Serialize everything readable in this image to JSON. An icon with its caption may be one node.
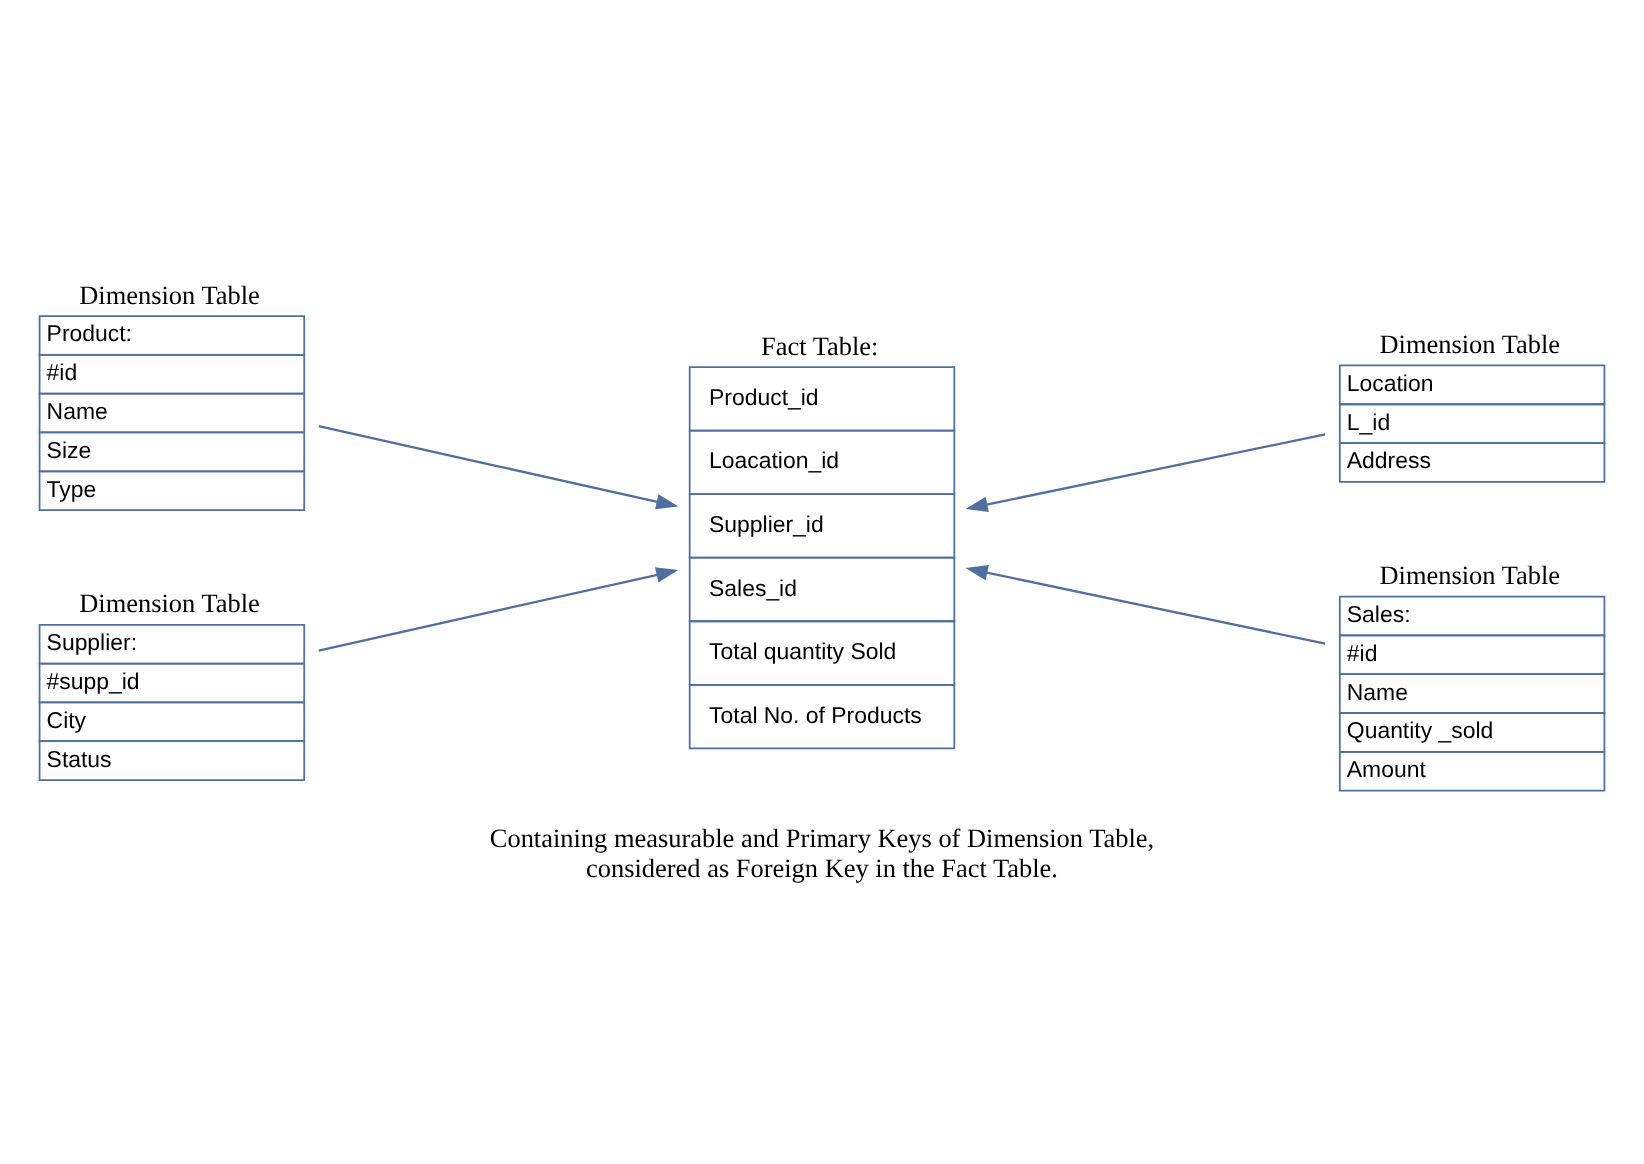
{
  "diagram": {
    "nodes": [
      {
        "text": [
          "Dimension Table",
          "Product:",
          "#id",
          "Name",
          "Size",
          "Type"
        ]
      },
      {
        "text": [
          "Fact Table:",
          "Product_id",
          "Loacation_id",
          "Supplier_id",
          "Sales_id",
          "Total quantity Sold",
          "Total No. of Products"
        ]
      },
      {
        "text": [
          "Dimension Table",
          "Location",
          "L_id",
          "Address"
        ]
      },
      {
        "text": [
          "Dimension Table",
          "Supplier:",
          "#supp_id",
          "City",
          "Status"
        ]
      },
      {
        "text": [
          "Dimension Table",
          "Sales:",
          "#id",
          "Name",
          "Quantity _sold",
          "Amount"
        ]
      }
    ],
    "edges": [
      {
        "from": 0,
        "to": 1,
        "arrow": "to"
      },
      {
        "from": 2,
        "to": 1,
        "arrow": "to"
      },
      {
        "from": 3,
        "to": 1,
        "arrow": "to"
      },
      {
        "from": 4,
        "to": 1,
        "arrow": "to"
      }
    ],
    "labels": [
      "Containing measurable and Primary Keys of Dimension Table, considered as Foreign Key in the Fact Table."
    ]
  }
}
